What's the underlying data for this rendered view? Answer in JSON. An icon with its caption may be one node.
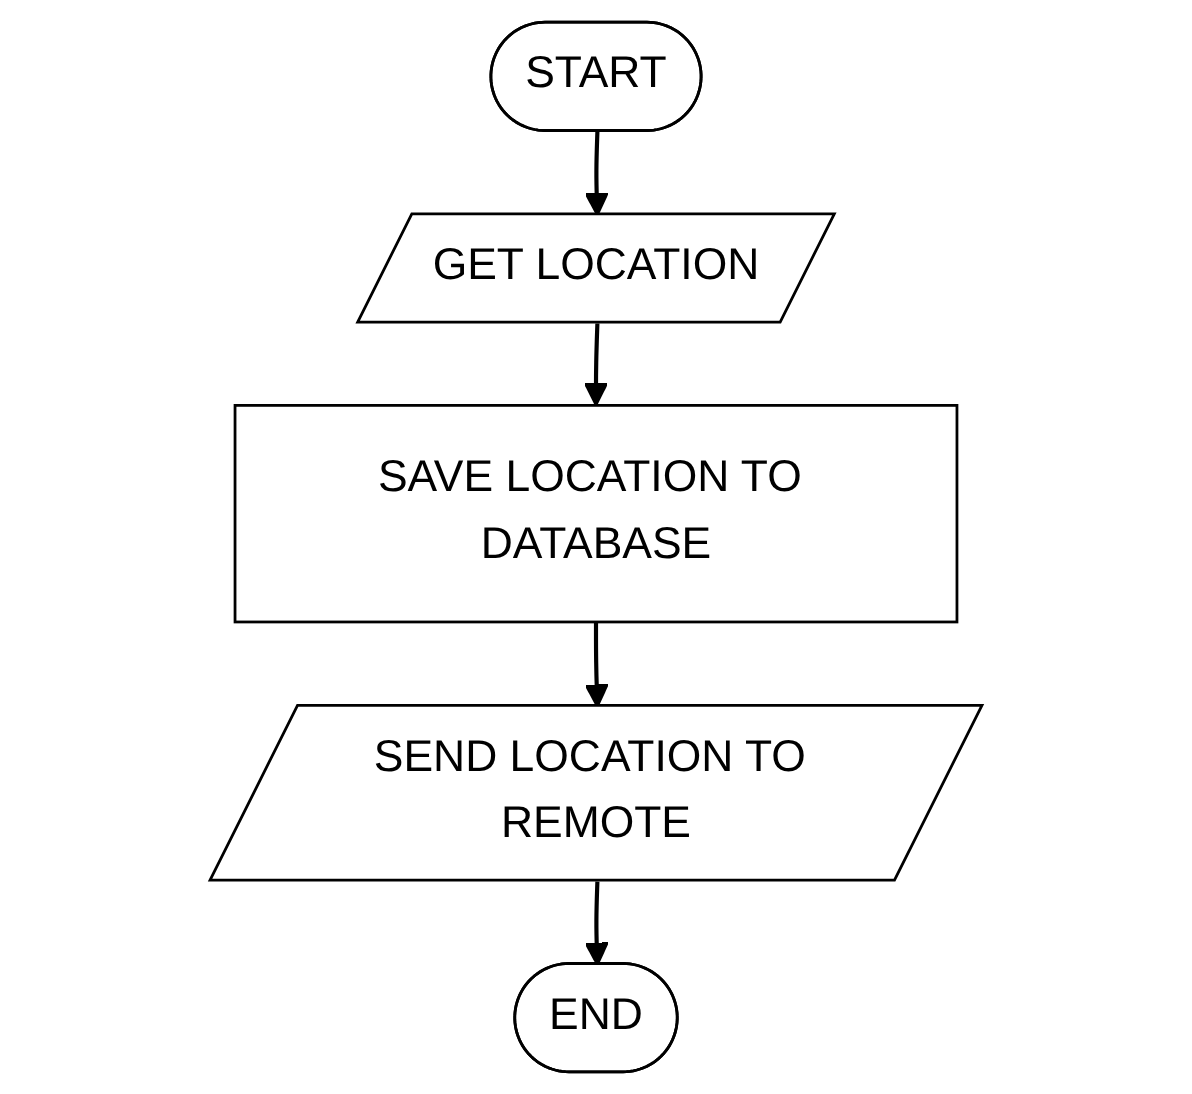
{
  "diagram": {
    "nodes": [
      {
        "text": [
          "START"
        ]
      },
      {
        "text": [
          "GET LOCATION"
        ]
      },
      {
        "text": [
          "SAVE LOCATION TO DATABASE"
        ]
      },
      {
        "text": [
          "SEND LOCATION TO REMOTE"
        ]
      },
      {
        "text": [
          "END"
        ]
      }
    ],
    "edges": [
      {
        "from": 0,
        "to": 1,
        "arrow": "to"
      },
      {
        "from": 1,
        "to": 2,
        "arrow": "to"
      },
      {
        "from": 2,
        "to": 3,
        "arrow": "to"
      },
      {
        "from": 3,
        "to": 4,
        "arrow": "to"
      }
    ]
  }
}
